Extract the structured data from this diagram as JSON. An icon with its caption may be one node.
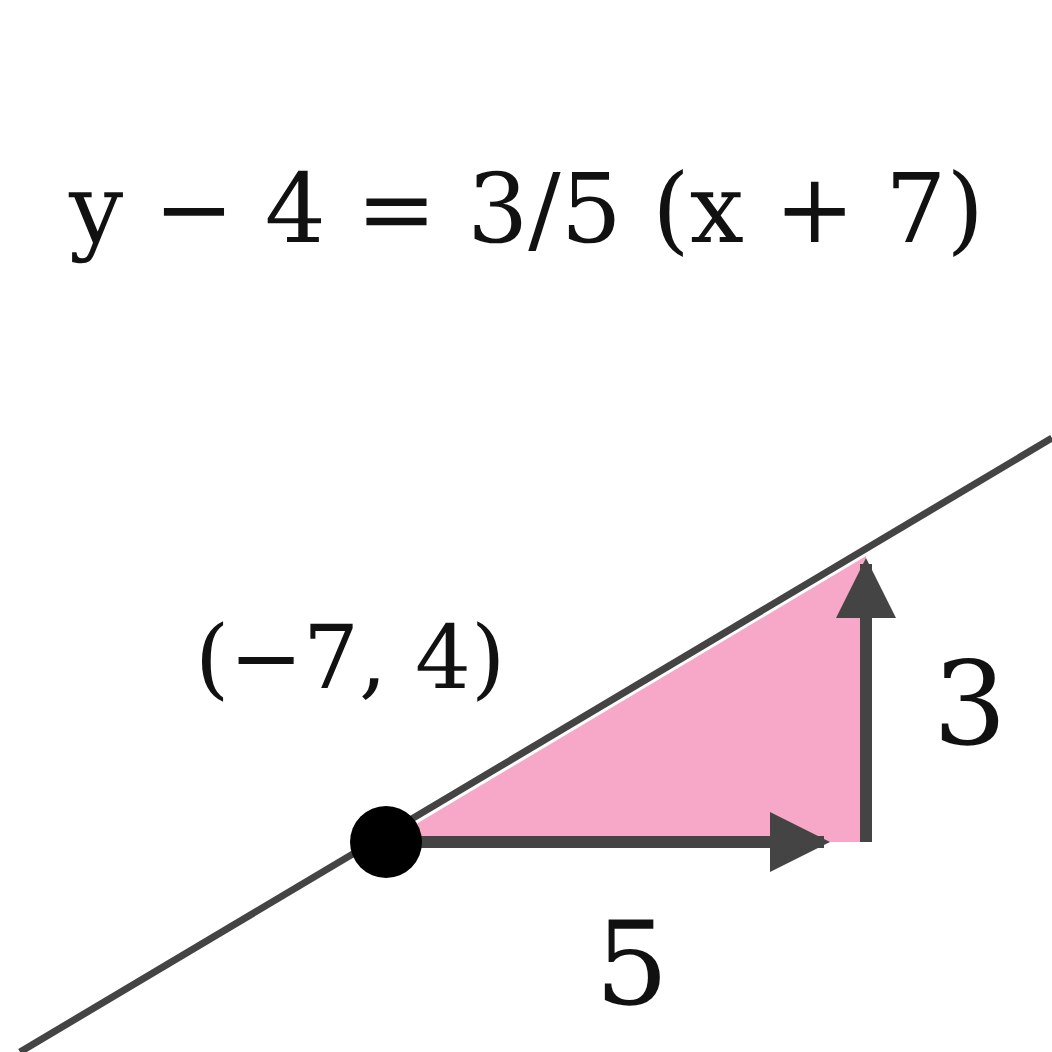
{
  "diagram": {
    "title": "y − 4 = 3/5 (x + 7)",
    "labels": [
      "(−7, 4)",
      "3",
      "5"
    ]
  }
}
